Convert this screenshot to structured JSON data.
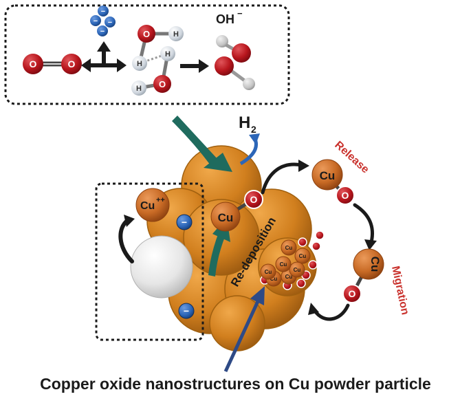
{
  "caption": "Copper oxide nanostructures on Cu powder particle",
  "inset_reaction": {
    "oxygen_atom_label": "O",
    "hydrogen_atom_label": "H",
    "electron_symbol": "−",
    "hydroxide_label": "OH",
    "hydroxide_charge": "−"
  },
  "hydrogen_gas": {
    "symbol": "H",
    "subscript": "2"
  },
  "cu_oxide_label": {
    "cu": "Cu",
    "o": "O"
  },
  "copper_ion": {
    "symbol": "Cu",
    "charge": "++"
  },
  "electron_symbol": "−",
  "cluster_cu_label": "Cu",
  "steps": {
    "release": "Release",
    "migration": "Migration",
    "redeposition": "Re-deposition"
  },
  "colors": {
    "particle": "#d17f1e",
    "particle_dark": "#a85f0f",
    "cu_ball": "#c86a25",
    "oxygen": "#b8161d",
    "electron": "#2c66b8",
    "teal_arrow": "#1f6b5e",
    "navy_arrow": "#2e4a86",
    "label_red": "#c9312c"
  }
}
